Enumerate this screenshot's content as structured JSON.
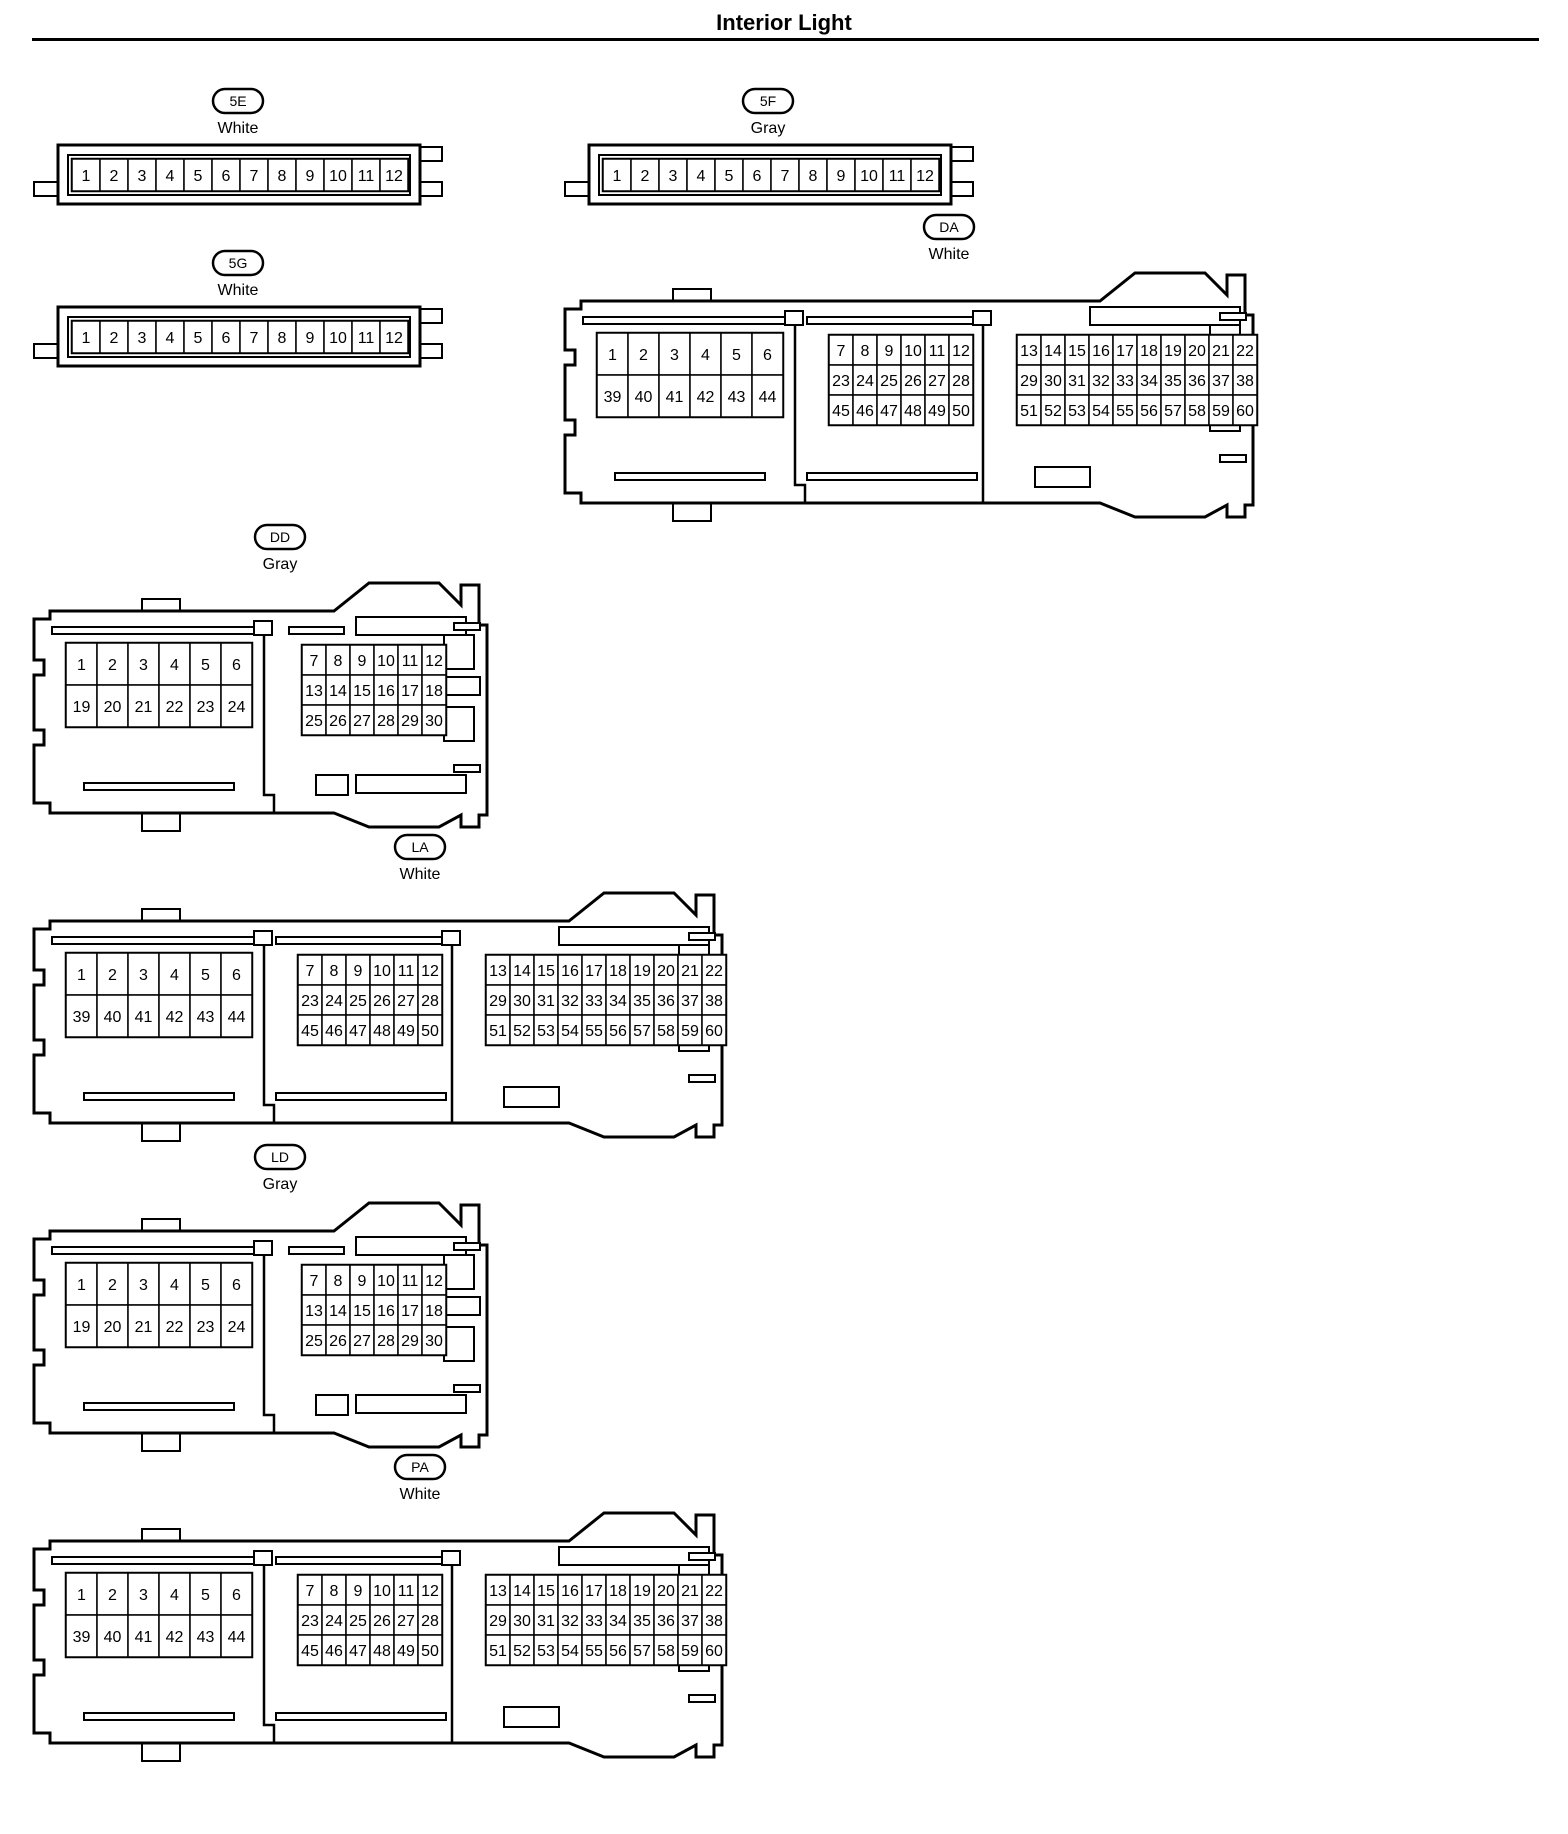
{
  "title": "Interior Light",
  "connectors": [
    {
      "id": "5E",
      "color": "White",
      "type": "row12",
      "blocks": [
        [
          [
            "1",
            "2",
            "3",
            "4",
            "5",
            "6",
            "7",
            "8",
            "9",
            "10",
            "11",
            "12"
          ]
        ]
      ]
    },
    {
      "id": "5F",
      "color": "Gray",
      "type": "row12",
      "blocks": [
        [
          [
            "1",
            "2",
            "3",
            "4",
            "5",
            "6",
            "7",
            "8",
            "9",
            "10",
            "11",
            "12"
          ]
        ]
      ]
    },
    {
      "id": "5G",
      "color": "White",
      "type": "row12",
      "blocks": [
        [
          [
            "1",
            "2",
            "3",
            "4",
            "5",
            "6",
            "7",
            "8",
            "9",
            "10",
            "11",
            "12"
          ]
        ]
      ]
    },
    {
      "id": "DA",
      "color": "White",
      "type": "wide",
      "blocks": [
        [
          [
            "1",
            "2",
            "3",
            "4",
            "5",
            "6"
          ],
          [
            "39",
            "40",
            "41",
            "42",
            "43",
            "44"
          ]
        ],
        [
          [
            "7",
            "8",
            "9",
            "10",
            "11",
            "12"
          ],
          [
            "23",
            "24",
            "25",
            "26",
            "27",
            "28"
          ],
          [
            "45",
            "46",
            "47",
            "48",
            "49",
            "50"
          ]
        ],
        [
          [
            "13",
            "14",
            "15",
            "16",
            "17",
            "18",
            "19",
            "20",
            "21",
            "22"
          ],
          [
            "29",
            "30",
            "31",
            "32",
            "33",
            "34",
            "35",
            "36",
            "37",
            "38"
          ],
          [
            "51",
            "52",
            "53",
            "54",
            "55",
            "56",
            "57",
            "58",
            "59",
            "60"
          ]
        ]
      ]
    },
    {
      "id": "DD",
      "color": "Gray",
      "type": "medium",
      "blocks": [
        [
          [
            "1",
            "2",
            "3",
            "4",
            "5",
            "6"
          ],
          [
            "19",
            "20",
            "21",
            "22",
            "23",
            "24"
          ]
        ],
        [
          [
            "7",
            "8",
            "9",
            "10",
            "11",
            "12"
          ],
          [
            "13",
            "14",
            "15",
            "16",
            "17",
            "18"
          ],
          [
            "25",
            "26",
            "27",
            "28",
            "29",
            "30"
          ]
        ]
      ]
    },
    {
      "id": "LA",
      "color": "White",
      "type": "wide",
      "blocks": [
        [
          [
            "1",
            "2",
            "3",
            "4",
            "5",
            "6"
          ],
          [
            "39",
            "40",
            "41",
            "42",
            "43",
            "44"
          ]
        ],
        [
          [
            "7",
            "8",
            "9",
            "10",
            "11",
            "12"
          ],
          [
            "23",
            "24",
            "25",
            "26",
            "27",
            "28"
          ],
          [
            "45",
            "46",
            "47",
            "48",
            "49",
            "50"
          ]
        ],
        [
          [
            "13",
            "14",
            "15",
            "16",
            "17",
            "18",
            "19",
            "20",
            "21",
            "22"
          ],
          [
            "29",
            "30",
            "31",
            "32",
            "33",
            "34",
            "35",
            "36",
            "37",
            "38"
          ],
          [
            "51",
            "52",
            "53",
            "54",
            "55",
            "56",
            "57",
            "58",
            "59",
            "60"
          ]
        ]
      ]
    },
    {
      "id": "LD",
      "color": "Gray",
      "type": "medium",
      "blocks": [
        [
          [
            "1",
            "2",
            "3",
            "4",
            "5",
            "6"
          ],
          [
            "19",
            "20",
            "21",
            "22",
            "23",
            "24"
          ]
        ],
        [
          [
            "7",
            "8",
            "9",
            "10",
            "11",
            "12"
          ],
          [
            "13",
            "14",
            "15",
            "16",
            "17",
            "18"
          ],
          [
            "25",
            "26",
            "27",
            "28",
            "29",
            "30"
          ]
        ]
      ]
    },
    {
      "id": "PA",
      "color": "White",
      "type": "wide",
      "blocks": [
        [
          [
            "1",
            "2",
            "3",
            "4",
            "5",
            "6"
          ],
          [
            "39",
            "40",
            "41",
            "42",
            "43",
            "44"
          ]
        ],
        [
          [
            "7",
            "8",
            "9",
            "10",
            "11",
            "12"
          ],
          [
            "23",
            "24",
            "25",
            "26",
            "27",
            "28"
          ],
          [
            "45",
            "46",
            "47",
            "48",
            "49",
            "50"
          ]
        ],
        [
          [
            "13",
            "14",
            "15",
            "16",
            "17",
            "18",
            "19",
            "20",
            "21",
            "22"
          ],
          [
            "29",
            "30",
            "31",
            "32",
            "33",
            "34",
            "35",
            "36",
            "37",
            "38"
          ],
          [
            "51",
            "52",
            "53",
            "54",
            "55",
            "56",
            "57",
            "58",
            "59",
            "60"
          ]
        ]
      ]
    }
  ]
}
